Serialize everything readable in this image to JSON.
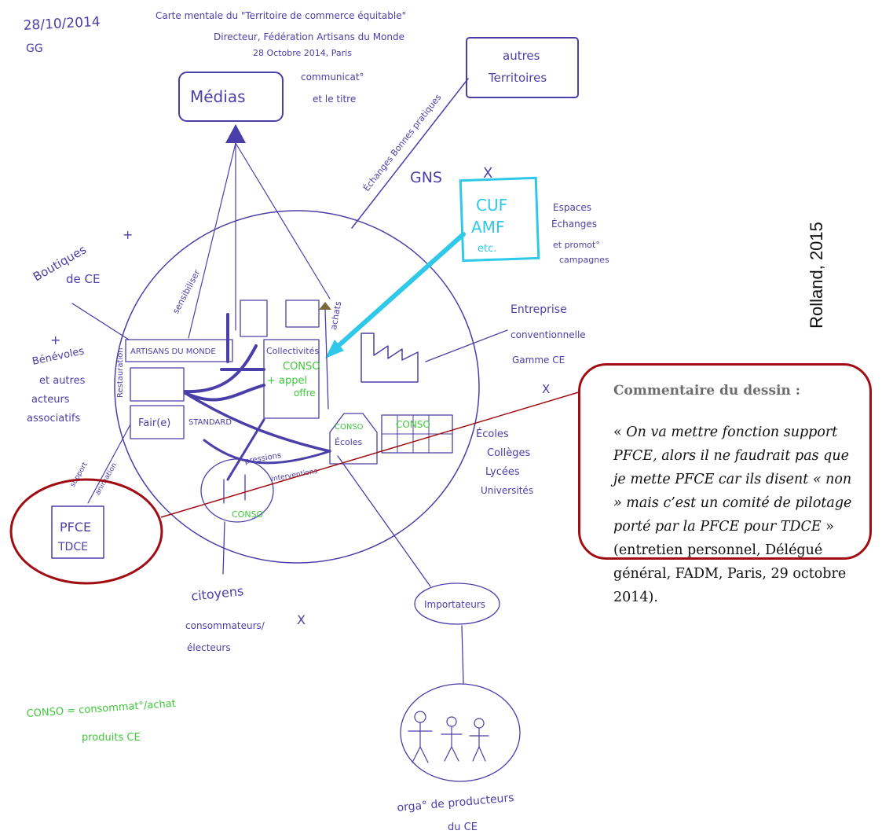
{
  "header": {
    "date": "28/10/2014",
    "initials": "GG",
    "title_line1": "Carte mentale du \"Territoire de commerce équitable\"",
    "title_line2": "Directeur, Fédération Artisans du Monde",
    "title_line3": "28 Octobre 2014, Paris"
  },
  "credit": "Rolland, 2015",
  "nodes": {
    "medias": "Médias",
    "medias_note_1": "communicat°",
    "medias_note_2": "et le titre",
    "autres_territoires_1": "autres",
    "autres_territoires_2": "Territoires",
    "echanges_label": "Échanges Bonnes pratiques",
    "gns": "GNS",
    "cuf_1": "CUF",
    "cuf_2": "AMF",
    "cuf_3": "etc.",
    "espaces_1": "Espaces",
    "espaces_2": "Échanges",
    "espaces_3": "et promot°",
    "espaces_4": "campagnes",
    "boutiques_1": "Boutiques",
    "boutiques_2": "de CE",
    "benevoles_1": "Bénévoles",
    "benevoles_2": "et autres",
    "benevoles_3": "acteurs",
    "benevoles_4": "associatifs",
    "entreprise_1": "Entreprise",
    "entreprise_2": "conventionnelle",
    "entreprise_3": "Gamme CE",
    "sensibiliser": "sensibiliser",
    "artisans": "ARTISANS DU MONDE",
    "collectivites": "Collectivités",
    "conso_1": "CONSO",
    "conso_2": "+ appel",
    "conso_3": "offre",
    "achats": "achats",
    "restauration": "Restauration",
    "fairle": "Fair(e)",
    "standard": "STANDARD",
    "ecoles": "Écoles",
    "conso_ecoles": "CONSO",
    "conso_univ": "CONSO",
    "ecoles_1": "Écoles",
    "ecoles_2": "Collèges",
    "ecoles_3": "Lycées",
    "ecoles_4": "Universités",
    "pressions": "pressions",
    "interventions": "interventions",
    "support": "support",
    "animation": "animation",
    "conso_citoyens": "CONSO",
    "pfce_1": "PFCE",
    "pfce_2": "TDCE",
    "citoyens_1": "citoyens",
    "citoyens_2": "consommateurs/",
    "citoyens_3": "électeurs",
    "importateurs": "Importateurs",
    "legend_1": "CONSO = consommat°/achat",
    "legend_2": "produits CE",
    "producteurs_1": "orga° de producteurs",
    "producteurs_2": "du CE"
  },
  "comment": {
    "title": "Commentaire du dessin :",
    "open_quote": "« ",
    "quote": "On va mettre fonction support PFCE,  alors il ne faudrait pas que je mette PFCE car ils disent « non » mais c’est un comité de pilotage porté par la PFCE pour TDCE",
    "close_quote": " » ",
    "source": "(entretien personnel, Délégué général, FADM, Paris, 29 octobre 2014)."
  },
  "colors": {
    "ink": "#4a3fa8",
    "green": "#3fc83a",
    "cyan": "#2fc8e8",
    "highlight": "#a10d12"
  }
}
